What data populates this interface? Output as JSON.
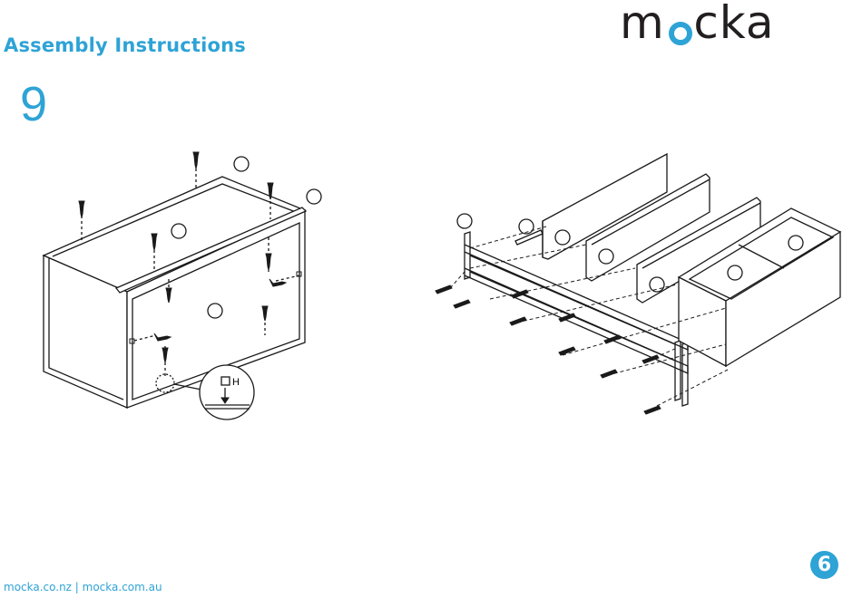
{
  "header": {
    "title": "Assembly Instructions",
    "step_number": "9"
  },
  "brand": {
    "logo_before": "m",
    "logo_o": "o",
    "logo_after": "cka"
  },
  "diagram": {
    "hardware_label": "H"
  },
  "footer": {
    "websites": "mocka.co.nz | mocka.com.au",
    "page_number": "6"
  },
  "colors": {
    "accent": "#2ea3d6",
    "logo_text": "#231f20",
    "logo_o": "#2ea3d6",
    "line_art": "#1a1a1a"
  }
}
